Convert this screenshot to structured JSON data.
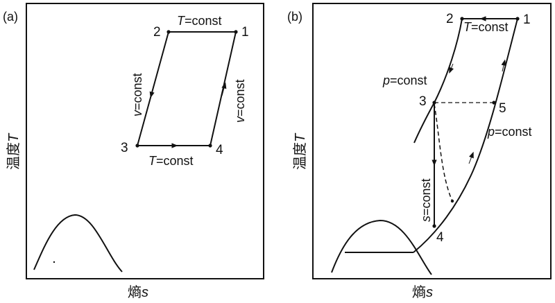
{
  "panels": [
    {
      "id": "a",
      "label": "(a)",
      "x_axis": {
        "text": "熵",
        "symbol": "s"
      },
      "y_axis": {
        "text": "温度",
        "symbol": "T"
      },
      "points": [
        "1",
        "2",
        "3",
        "4"
      ],
      "processes": [
        {
          "symbol": "T",
          "text": "=const",
          "from": "1",
          "to": "2"
        },
        {
          "symbol": "v",
          "text": "=const",
          "from": "2",
          "to": "3"
        },
        {
          "symbol": "T",
          "text": "=const",
          "from": "3",
          "to": "4"
        },
        {
          "symbol": "v",
          "text": "=const",
          "from": "4",
          "to": "1"
        }
      ]
    },
    {
      "id": "b",
      "label": "(b)",
      "x_axis": {
        "text": "熵",
        "symbol": "s"
      },
      "y_axis": {
        "text": "温度",
        "symbol": "T"
      },
      "points": [
        "1",
        "2",
        "3",
        "4",
        "5"
      ],
      "processes": [
        {
          "symbol": "T",
          "text": "=const",
          "from": "1",
          "to": "2"
        },
        {
          "symbol": "p",
          "text": "=const",
          "from": "2",
          "to": "3"
        },
        {
          "symbol": "s",
          "text": "=const",
          "from": "3",
          "to": "4"
        },
        {
          "symbol": "p",
          "text": "=const",
          "from": "4",
          "to": "1"
        }
      ]
    }
  ]
}
